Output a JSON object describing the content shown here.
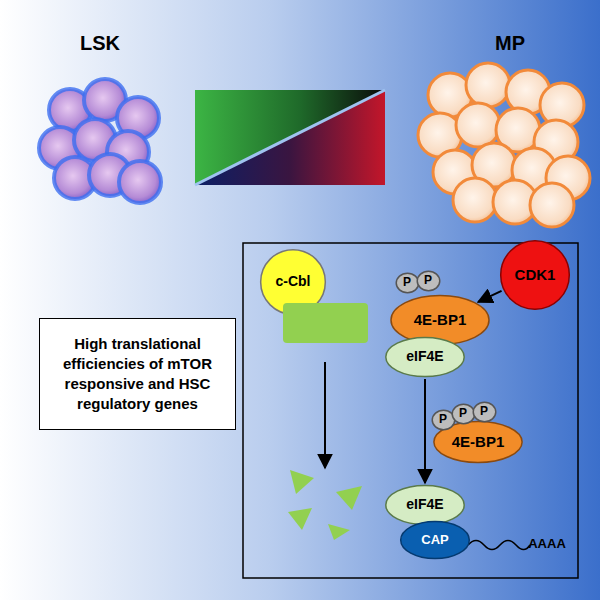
{
  "diagram": {
    "nodes": [
      {
        "text": [
          "High translational efficiencies of mTOR responsive and HSC regulatory genes"
        ]
      },
      {
        "text": [
          "c-Cbl"
        ]
      },
      {
        "text": [
          "4E-BP1"
        ]
      },
      {
        "text": [
          "P"
        ],
        "in": 2
      },
      {
        "text": [
          "P"
        ],
        "in": 2
      },
      {
        "text": [
          "CDK1"
        ]
      },
      {
        "text": [
          "eIF4E"
        ]
      },
      {
        "text": [
          "4E-BP1"
        ]
      },
      {
        "text": [
          "P"
        ],
        "in": 7
      },
      {
        "text": [
          "P"
        ],
        "in": 7
      },
      {
        "text": [
          "P"
        ],
        "in": 7
      },
      {
        "text": [
          "eIF4E"
        ]
      },
      {
        "text": [
          "CAP"
        ]
      }
    ],
    "edges": [
      {
        "from": 5,
        "to": 2,
        "arrow": "to"
      },
      {
        "from": 6,
        "to": 11,
        "arrow": "to"
      }
    ],
    "labels": [
      "LSK",
      "MP",
      "AAAA"
    ]
  }
}
